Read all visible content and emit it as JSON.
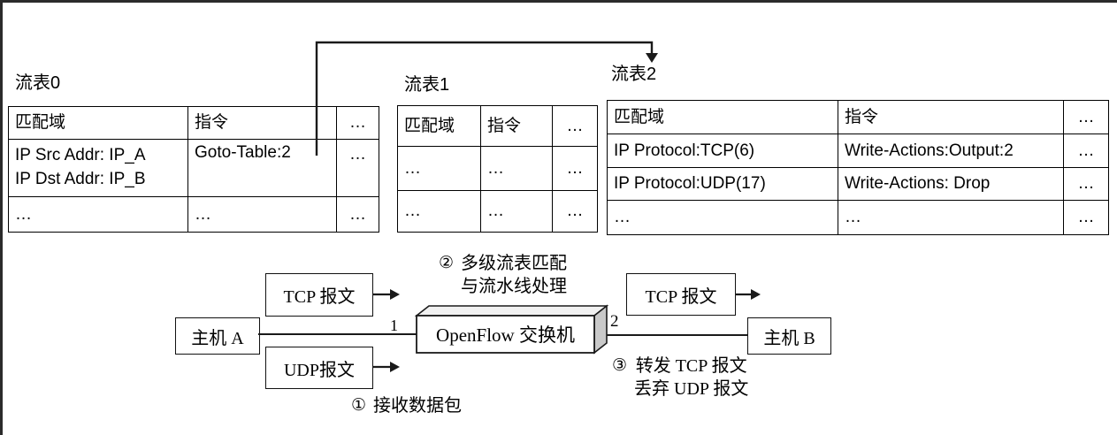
{
  "table0": {
    "title": "流表0",
    "h_match": "匹配域",
    "h_instr": "指令",
    "h_more": "…",
    "r1_match_l1": "IP Src Addr: IP_A",
    "r1_match_l2": "IP Dst Addr: IP_B",
    "r1_instr": "Goto-Table:2",
    "r1_more": "…",
    "r2_match": "…",
    "r2_instr": "…",
    "r2_more": "…"
  },
  "table1": {
    "title": "流表1",
    "h_match": "匹配域",
    "h_instr": "指令",
    "h_more": "…",
    "r1": [
      "…",
      "…",
      "…"
    ],
    "r2": [
      "…",
      "…",
      "…"
    ]
  },
  "table2": {
    "title": "流表2",
    "h_match": "匹配域",
    "h_instr": "指令",
    "h_more": "…",
    "r1_match": "IP Protocol:TCP(6)",
    "r1_instr": "Write-Actions:Output:2",
    "r1_more": "…",
    "r2_match": "IP Protocol:UDP(17)",
    "r2_instr": "Write-Actions: Drop",
    "r2_more": "…",
    "r3_match": "…",
    "r3_instr": "…",
    "r3_more": "…"
  },
  "diagram": {
    "host_a": "主机 A",
    "host_b": "主机 B",
    "tcp_packet_left": "TCP 报文",
    "udp_packet_left": "UDP报文",
    "tcp_packet_right": "TCP 报文",
    "switch_label": "OpenFlow 交换机",
    "port_in": "1",
    "port_out": "2",
    "step1": {
      "num": "①",
      "text": "接收数据包"
    },
    "step2": {
      "num": "②",
      "line1": "多级流表匹配",
      "line2": "与流水线处理"
    },
    "step3": {
      "num": "③",
      "line1": "转发 TCP 报文",
      "line2": "丢弃 UDP 报文"
    }
  },
  "colors": {
    "background": "#ffffff",
    "line": "#1a1a1a",
    "frame": "#2b2b2b",
    "switch_top_face": "#f1f1f1",
    "switch_side_face": "#c9c9c9"
  }
}
